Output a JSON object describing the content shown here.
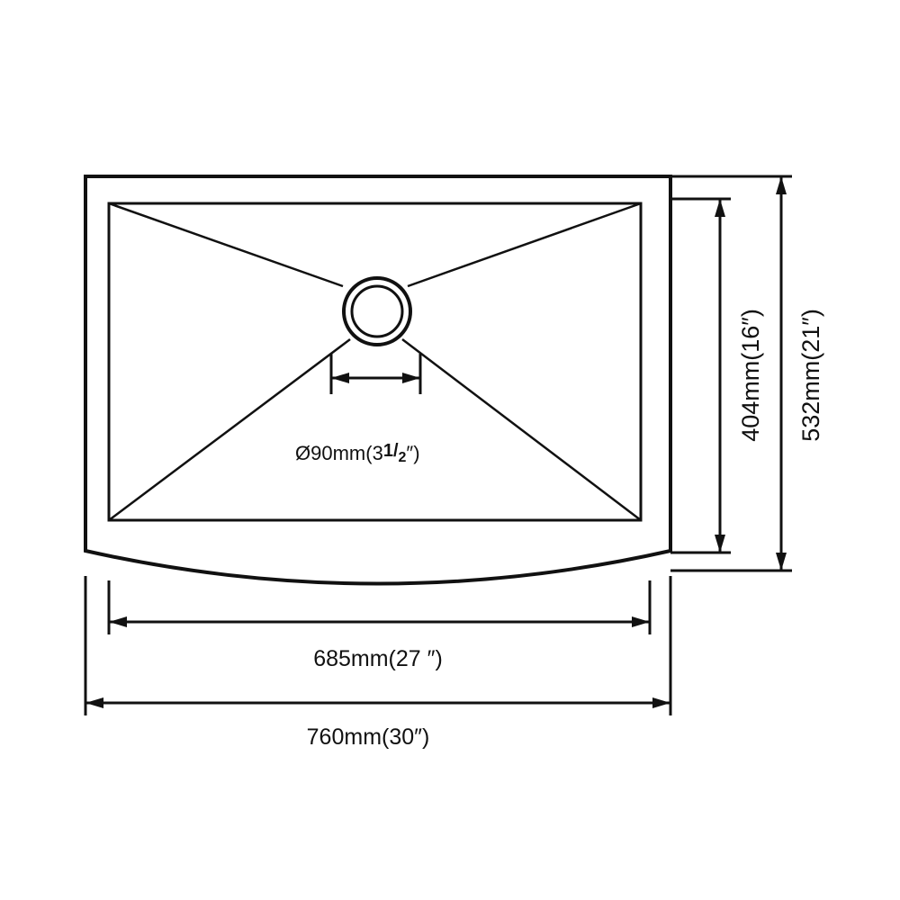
{
  "diagram": {
    "drain": {
      "diameter_symbol": "Ø",
      "label_main": "90mm(3",
      "label_frac_num": "1",
      "label_frac_slash": "/",
      "label_frac_den": "2",
      "label_close": "″)"
    },
    "dimensions": {
      "inner_width": "685mm(27 ″)",
      "outer_width": "760mm(30″)",
      "inner_depth": "404mm(16″)",
      "outer_depth": "532mm(21″)"
    },
    "colors": {
      "line": "#111111",
      "background": "#ffffff"
    }
  }
}
